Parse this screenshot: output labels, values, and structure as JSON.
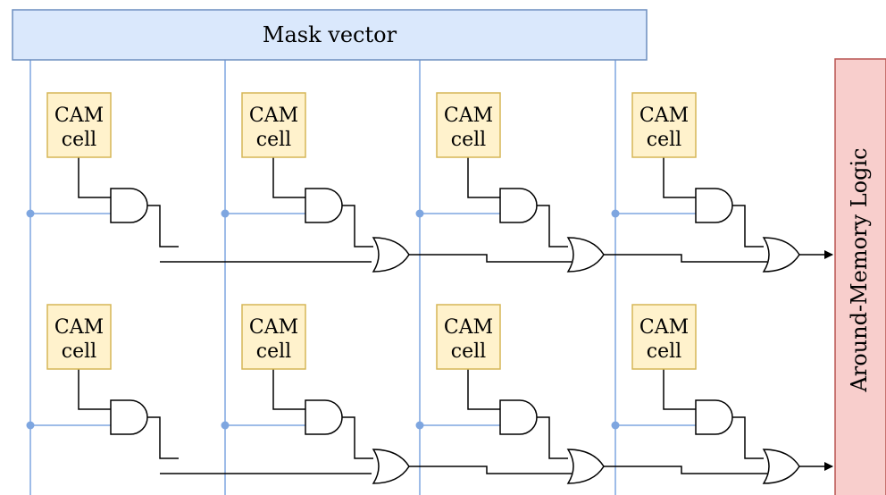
{
  "mask_vector": {
    "label": "Mask vector"
  },
  "around_memory_logic": {
    "label": "Around-Memory Logic"
  },
  "cam_cell": {
    "label_line1": "CAM",
    "label_line2": "cell"
  },
  "grid": {
    "rows": 2,
    "columns": 4
  },
  "colors": {
    "mask_fill": "#dae8fc",
    "mask_stroke": "#6c8ebf",
    "cam_fill": "#fff2cc",
    "cam_stroke": "#d6b656",
    "logic_fill": "#f8cecc",
    "logic_stroke": "#b85450",
    "bitline": "#7ea6e0",
    "wire": "#000000"
  }
}
